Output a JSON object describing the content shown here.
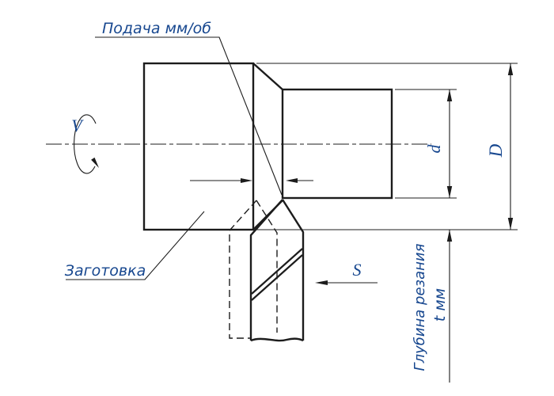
{
  "colors": {
    "line": "#1c1c1c",
    "text": "#17478f",
    "background": "#ffffff"
  },
  "labels": {
    "feed_per_rev": "Подача мм/об",
    "workpiece": "Заготовка",
    "cutting_speed": "V",
    "feed_direction": "S",
    "small_diameter": "d",
    "large_diameter": "D",
    "depth_of_cut": "Глубина резания",
    "depth_symbol": "t мм"
  }
}
